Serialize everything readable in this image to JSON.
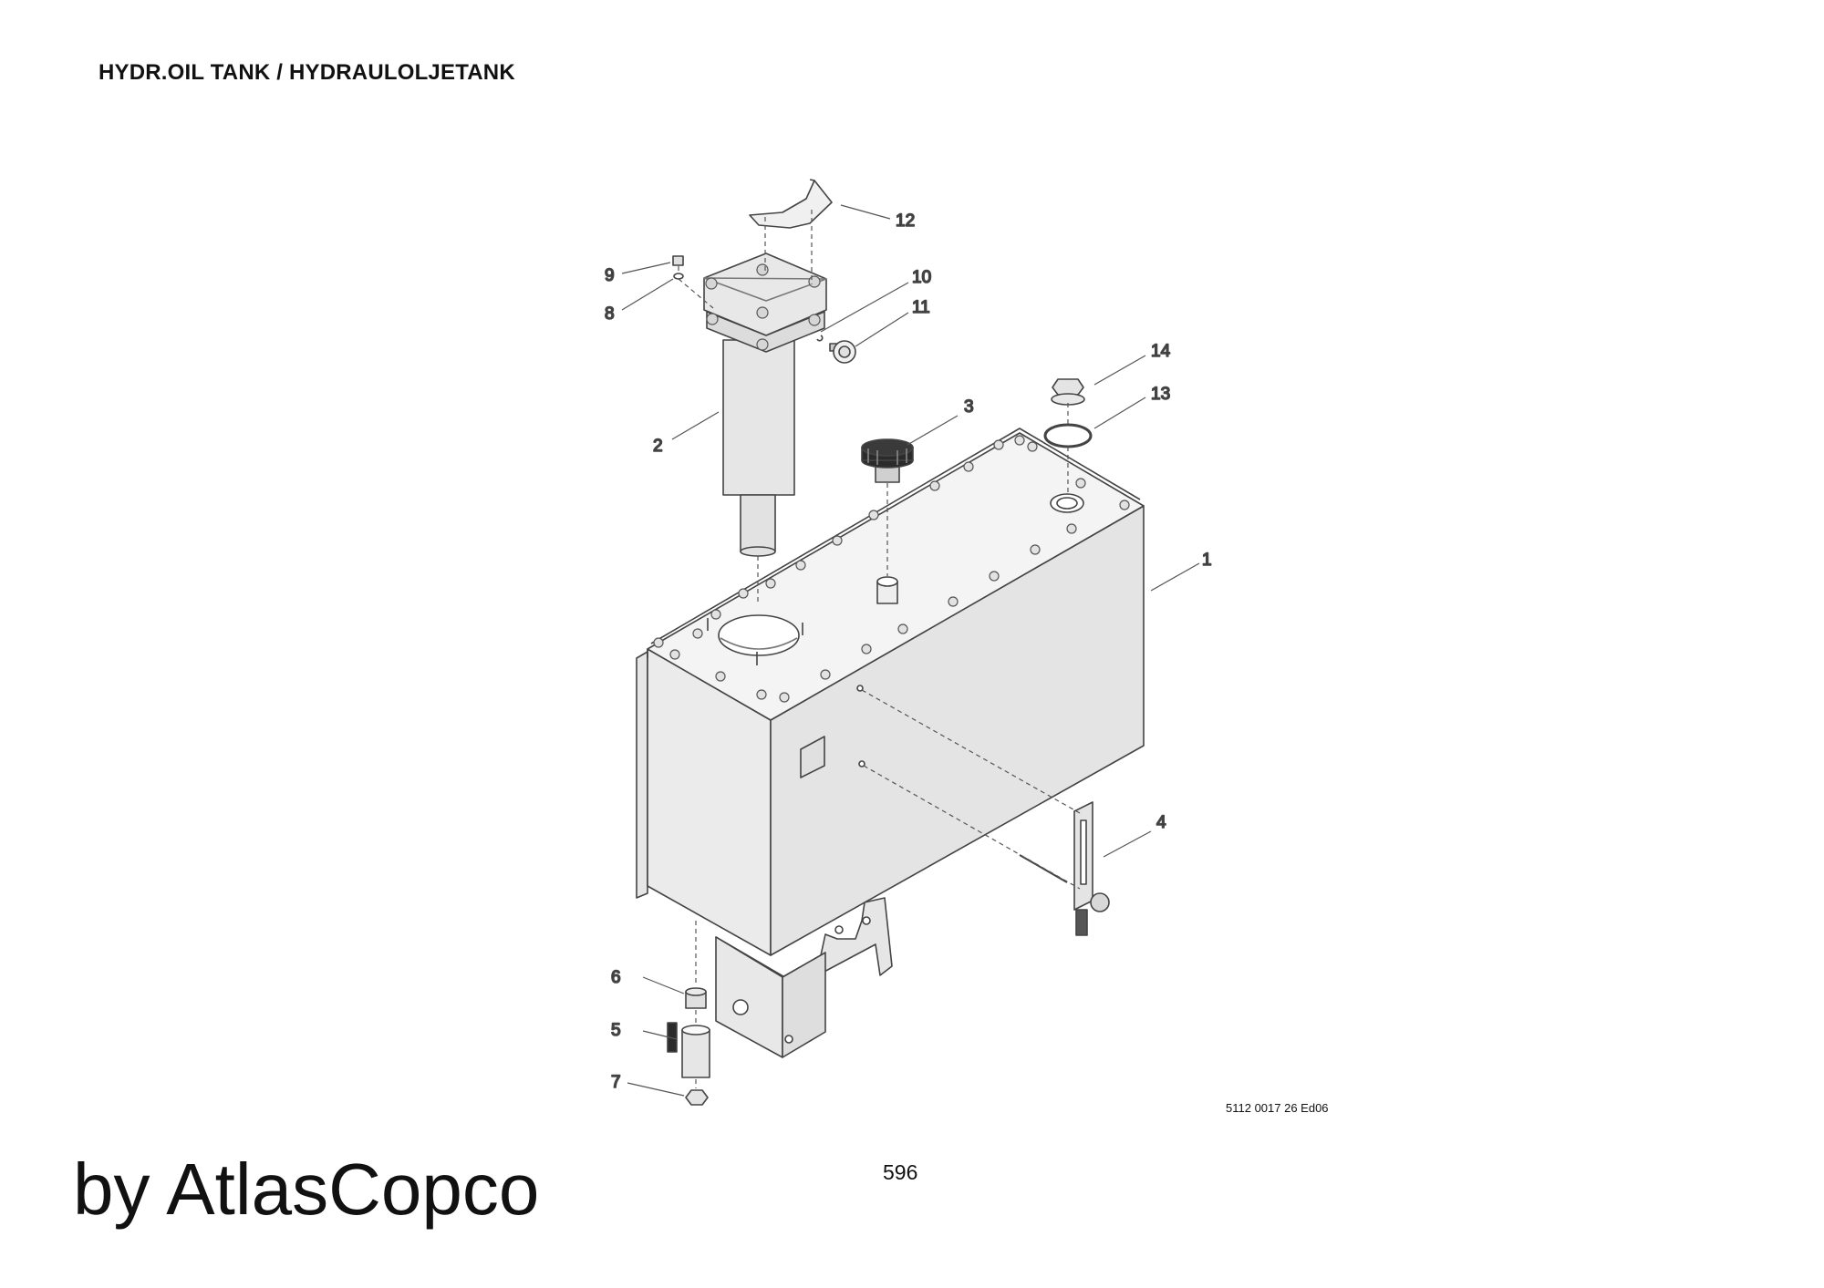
{
  "header": {
    "title": "HYDR.OIL TANK / HYDRAULOLJETANK"
  },
  "diagram": {
    "callouts": [
      "1",
      "2",
      "3",
      "4",
      "5",
      "6",
      "7",
      "8",
      "9",
      "10",
      "11",
      "12",
      "13",
      "14"
    ],
    "drawing_code": "5112 0017 26 Ed06"
  },
  "footer": {
    "page_number": "596",
    "watermark": "by AtlasCopco"
  },
  "colors": {
    "tank_front": "#ebebeb",
    "tank_side": "#e3e3e3",
    "tank_top": "#f3f3f3",
    "outline": "#444444",
    "knob": "#2b2b2b"
  }
}
